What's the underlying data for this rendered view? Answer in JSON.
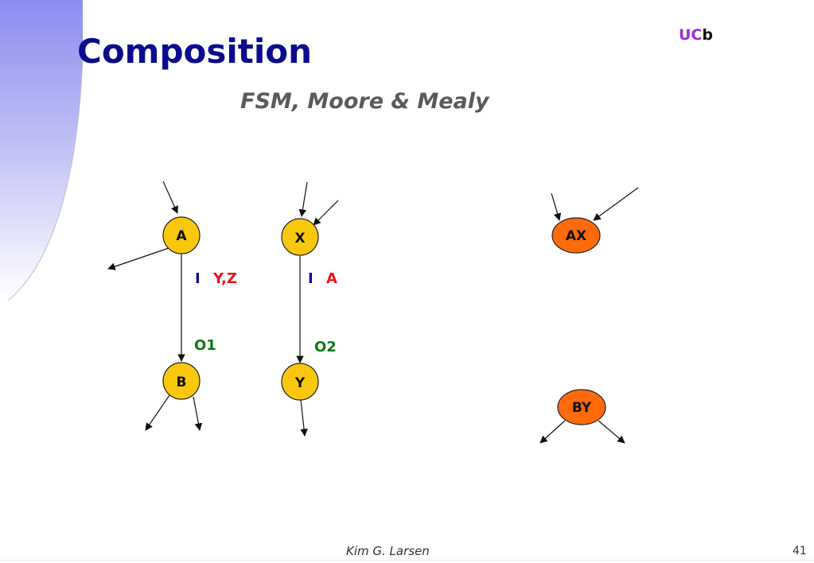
{
  "slide": {
    "title": "Composition",
    "subtitle": "FSM, Moore & Mealy",
    "logo": {
      "uc": "UC",
      "b": "b"
    },
    "footer": {
      "author": "Kim G. Larsen",
      "page": "41"
    },
    "colors": {
      "title": "#0b0b8f",
      "subtitle": "#5a5a5a",
      "state_fill": "#f9c80e",
      "composed_fill": "#ff6a0a",
      "input_label": "#0d0d8a",
      "output_label": "#e8121b",
      "guard_label": "#0a7a10"
    }
  },
  "diagram": {
    "states": {
      "A": "A",
      "B": "B",
      "X": "X",
      "Y": "Y",
      "AX": "AX",
      "BY": "BY"
    },
    "machine1": {
      "input": "I",
      "outputs": "Y,Z",
      "guard": "O1"
    },
    "machine2": {
      "input": "I",
      "outputs": "A",
      "guard": "O2"
    }
  }
}
